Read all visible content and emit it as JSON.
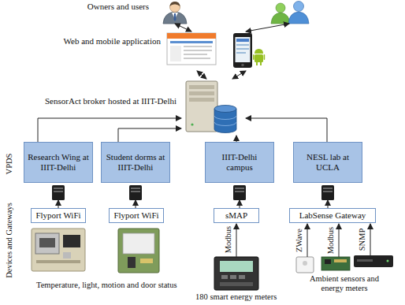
{
  "diagram": {
    "nodes": [
      {
        "text": [
          "Owners and users"
        ]
      },
      {
        "text": [
          "Web and mobile application"
        ]
      },
      {
        "text": [
          "SensorAct broker hosted at IIIT-Delhi"
        ]
      },
      {
        "text": [
          "Research Wing at IIIT-Delhi"
        ]
      },
      {
        "text": [
          "Student dorms at IIIT-Delhi"
        ]
      },
      {
        "text": [
          "IIIT-Delhi campus"
        ]
      },
      {
        "text": [
          "NESL lab at UCLA"
        ]
      },
      {
        "text": [
          "Flyport WiFi"
        ]
      },
      {
        "text": [
          "Flyport WiFi"
        ]
      },
      {
        "text": [
          "sMAP"
        ]
      },
      {
        "text": [
          "LabSense Gateway"
        ]
      }
    ],
    "edges": [
      {
        "from": 1,
        "to": 0,
        "arrow": "both"
      },
      {
        "from": 1,
        "to": 0,
        "arrow": "both"
      },
      {
        "from": 1,
        "to": 2,
        "arrow": "both"
      },
      {
        "from": 1,
        "to": 2,
        "arrow": "both"
      },
      {
        "from": 3,
        "to": 2,
        "arrow": "to"
      },
      {
        "from": 4,
        "to": 2,
        "arrow": "to"
      },
      {
        "from": 5,
        "to": 2,
        "arrow": "to"
      },
      {
        "from": 6,
        "to": 2,
        "arrow": "to"
      },
      {
        "from": 7,
        "to": 3,
        "arrow": "to"
      },
      {
        "from": 8,
        "to": 4,
        "arrow": "to"
      },
      {
        "from": 9,
        "to": 5,
        "arrow": "to"
      },
      {
        "from": 10,
        "to": 6,
        "arrow": "to"
      }
    ],
    "labels": [
      "VPDS",
      "Devices and Gateways",
      "Temperature, light, motion and door status",
      "Modbus",
      "180 smart energy meters",
      "ZWave",
      "Modbus",
      "SNMP",
      "Ambient sensors and energy meters"
    ]
  }
}
